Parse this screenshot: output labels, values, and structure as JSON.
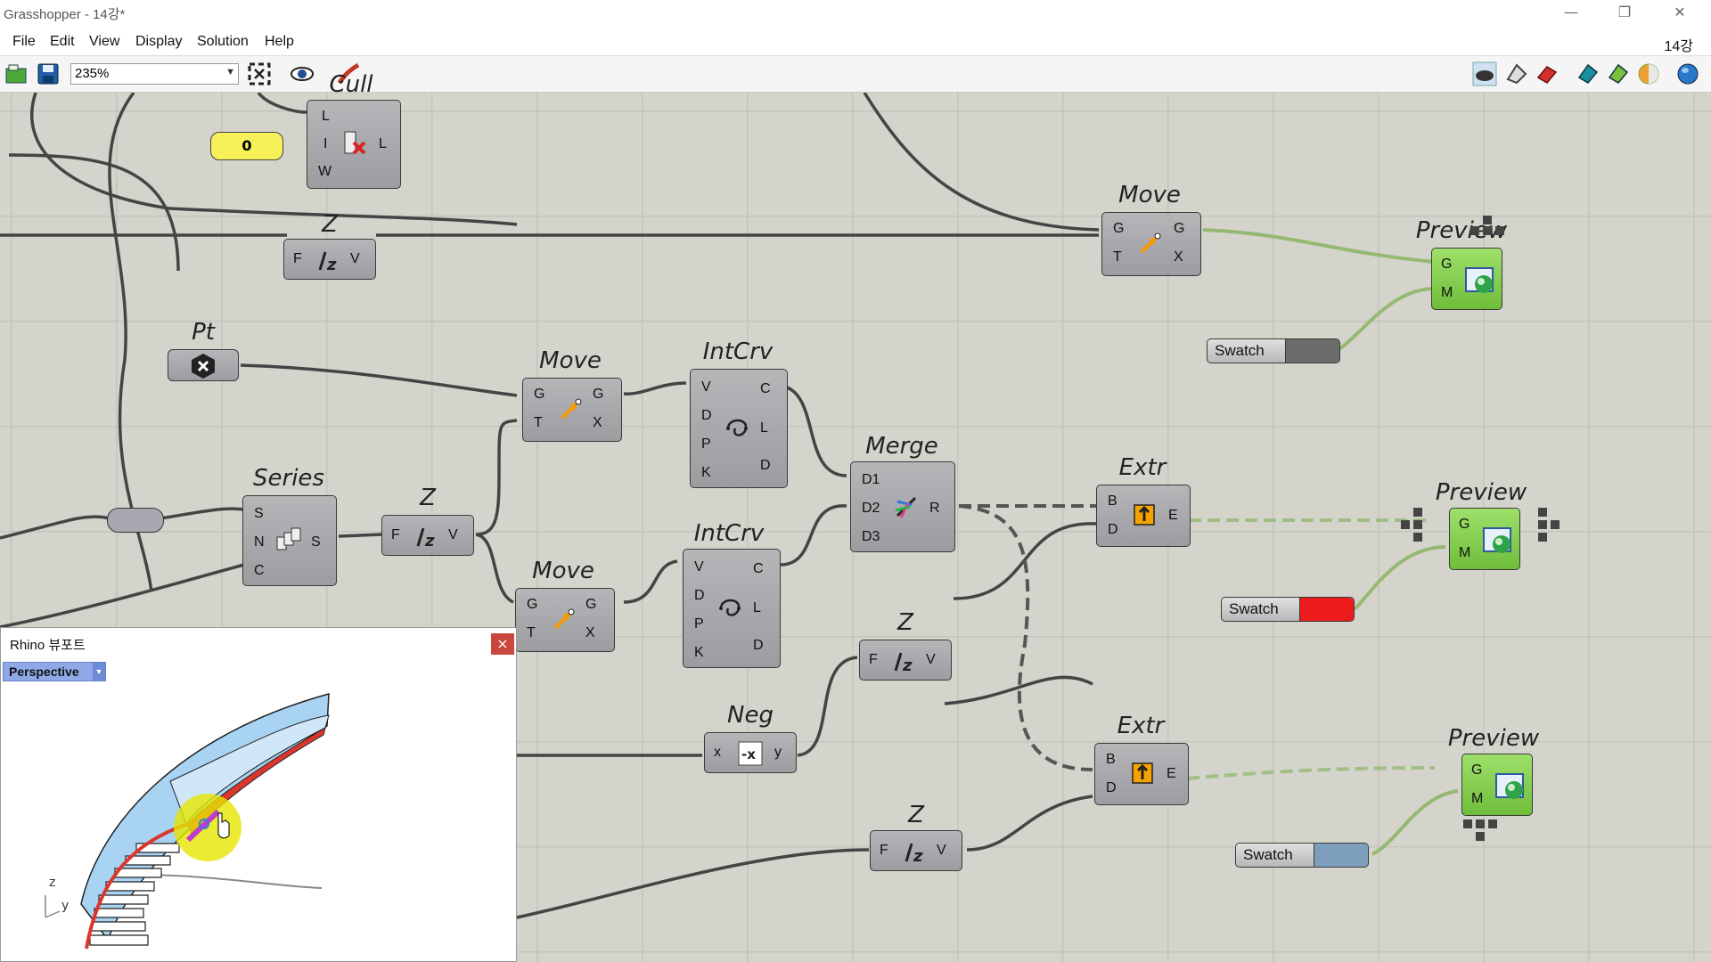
{
  "window": {
    "title": "Grasshopper - 14강*",
    "minimize": "—",
    "restore": "❐",
    "close": "✕"
  },
  "menu": {
    "items": [
      "File",
      "Edit",
      "View",
      "Display",
      "Solution",
      "Help"
    ],
    "document": "14강"
  },
  "toolbar": {
    "zoom": "235%"
  },
  "components": {
    "cull": {
      "title": "Cull",
      "in": [
        "L",
        "I",
        "W"
      ],
      "out": [
        "L"
      ]
    },
    "number_slider": {
      "value": "0"
    },
    "z1": {
      "title": "Z",
      "in": [
        "F"
      ],
      "out": [
        "V"
      ]
    },
    "pt": {
      "title": "Pt"
    },
    "move1": {
      "title": "Move",
      "in": [
        "G",
        "T"
      ],
      "out": [
        "G",
        "X"
      ]
    },
    "intcrv1": {
      "title": "IntCrv",
      "in": [
        "V",
        "D",
        "P",
        "K"
      ],
      "out": [
        "C",
        "L",
        "D"
      ]
    },
    "series": {
      "title": "Series",
      "in": [
        "S",
        "N",
        "C"
      ],
      "out": [
        "S"
      ]
    },
    "z2": {
      "title": "Z",
      "in": [
        "F"
      ],
      "out": [
        "V"
      ]
    },
    "merge": {
      "title": "Merge",
      "in": [
        "D1",
        "D2",
        "D3"
      ],
      "out": [
        "R"
      ]
    },
    "move_top": {
      "title": "Move",
      "in": [
        "G",
        "T"
      ],
      "out": [
        "G",
        "X"
      ]
    },
    "preview1": {
      "title": "Preview",
      "in": [
        "G",
        "M"
      ]
    },
    "swatch1": {
      "label": "Swatch",
      "color": "#6b6b6b"
    },
    "extr1": {
      "title": "Extr",
      "in": [
        "B",
        "D"
      ],
      "out": [
        "E"
      ]
    },
    "preview2": {
      "title": "Preview",
      "in": [
        "G",
        "M"
      ]
    },
    "swatch2": {
      "label": "Swatch",
      "color": "#ee1c1c"
    },
    "move2": {
      "title": "Move",
      "in": [
        "G",
        "T"
      ],
      "out": [
        "G",
        "X"
      ]
    },
    "intcrv2": {
      "title": "IntCrv",
      "in": [
        "V",
        "D",
        "P",
        "K"
      ],
      "out": [
        "C",
        "L",
        "D"
      ]
    },
    "z3": {
      "title": "Z",
      "in": [
        "F"
      ],
      "out": [
        "V"
      ]
    },
    "neg": {
      "title": "Neg",
      "in": [
        "x"
      ],
      "out": [
        "y"
      ]
    },
    "extr2": {
      "title": "Extr",
      "in": [
        "B",
        "D"
      ],
      "out": [
        "E"
      ]
    },
    "preview3": {
      "title": "Preview",
      "in": [
        "G",
        "M"
      ]
    },
    "swatch3": {
      "label": "Swatch",
      "color": "#7d9fbd"
    },
    "z4": {
      "title": "Z",
      "in": [
        "F"
      ],
      "out": [
        "V"
      ]
    }
  },
  "viewport": {
    "title": "Rhino 뷰포트",
    "view": "Perspective",
    "close": "×",
    "axis_z": "z",
    "axis_y": "y"
  }
}
